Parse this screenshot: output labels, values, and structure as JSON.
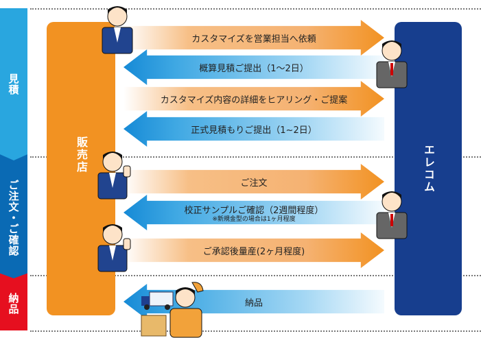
{
  "phases": [
    "見積",
    "ご注文・ご確認",
    "納品"
  ],
  "parties": {
    "left": "販売店",
    "right": "エレコム"
  },
  "steps": [
    {
      "dir": "right",
      "label": "カスタマイズを営業担当へ依頼"
    },
    {
      "dir": "left",
      "label": "概算見積ご提出（1〜2日）"
    },
    {
      "dir": "right",
      "label": "カスタマイズ内容の詳細をヒアリング・ご提案"
    },
    {
      "dir": "left",
      "label": "正式見積もりご提出（1~2日）"
    },
    {
      "dir": "right",
      "label": "ご注文"
    },
    {
      "dir": "left",
      "label": "校正サンプルご確認（2週間程度）",
      "note": "※新規金型の場合は1ヶ月程度"
    },
    {
      "dir": "right",
      "label": "ご承認後量産(2ヶ月程度)"
    },
    {
      "dir": "left",
      "label": "納品"
    }
  ],
  "colors": {
    "estimate": "#29a6df",
    "order": "#0a6ab4",
    "delivery": "#e60f1f",
    "shop": "#f29222",
    "elecom": "#173e8e"
  }
}
